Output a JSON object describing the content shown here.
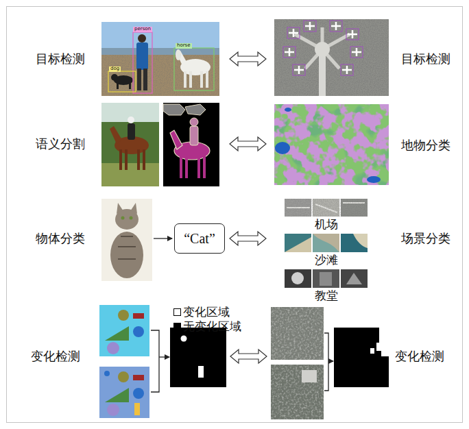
{
  "diagram": {
    "nodes": [
      {
        "text": [
          "“Cat”"
        ]
      }
    ],
    "labels": [
      "目标检测",
      "目标检测",
      "语义分割",
      "地物分类",
      "物体分类",
      "场景分类",
      "机场",
      "沙滩",
      "教堂",
      "变化检测",
      "变化检测",
      "person",
      "horse",
      "dog"
    ],
    "legend": [
      {
        "text": "变化区域",
        "color": "#ffffff"
      },
      {
        "text": "无变化区域",
        "color": "#000000"
      }
    ]
  }
}
